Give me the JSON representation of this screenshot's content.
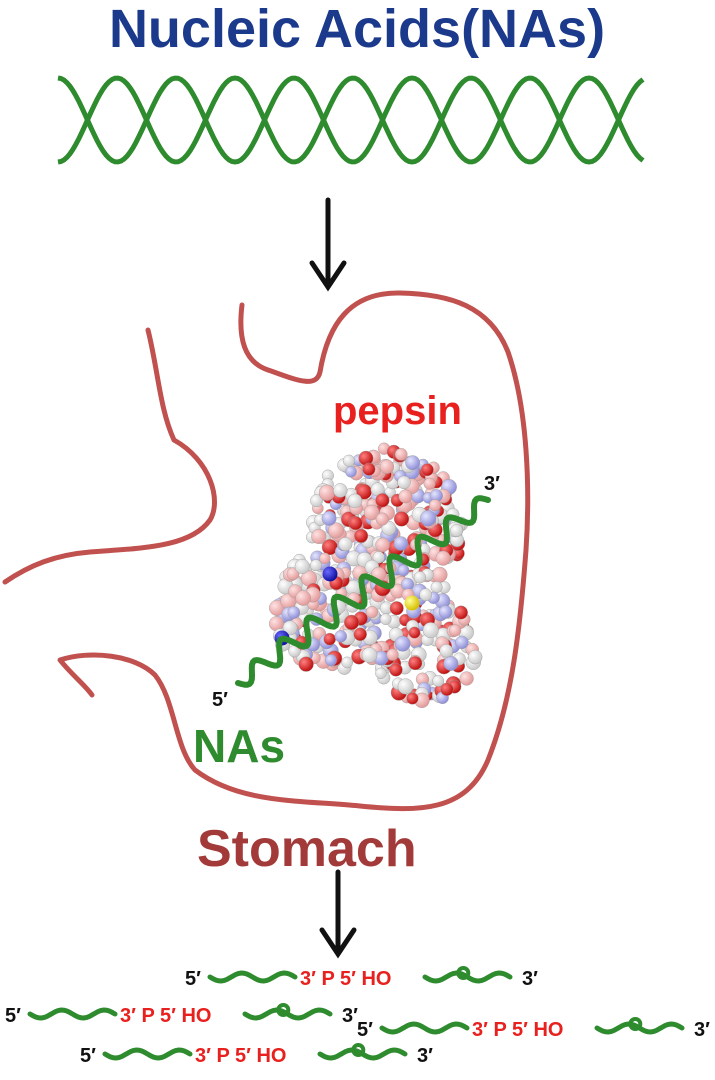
{
  "title": "Nucleic Acids(NAs)",
  "pepsin_label": "pepsin",
  "nas_label": "NAs",
  "stomach_label": "Stomach",
  "end_5prime": "5′",
  "end_3prime": "3′",
  "fragment_label": "3′ P 5′ HO",
  "colors": {
    "title": "#1b3a8c",
    "dna": "#2e8b2e",
    "stomach_outline": "#c0514f",
    "pepsin_text": "#e8201e",
    "stomach_text": "#a33a3a"
  }
}
